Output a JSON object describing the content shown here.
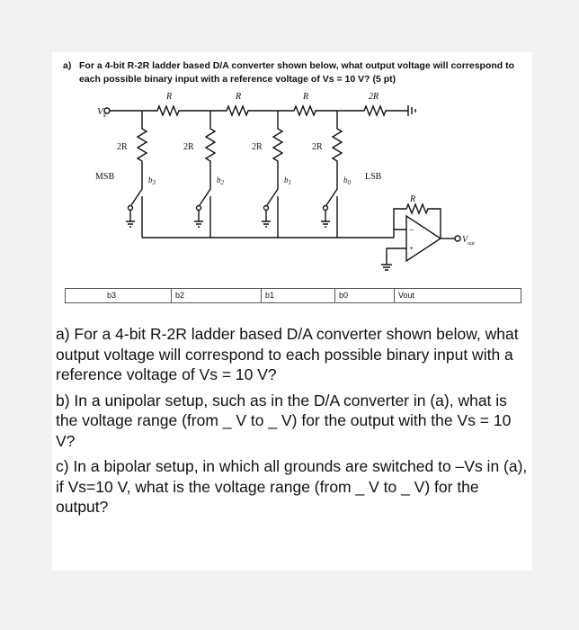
{
  "header": {
    "label": "a)",
    "text": "For a 4-bit R-2R ladder based D/A converter shown below, what output voltage will correspond to each possible binary input with a reference voltage of Vs = 10 V? (5 pt)"
  },
  "circuit": {
    "input_label": "V",
    "input_sub": "s",
    "series_resistors": [
      "R",
      "R",
      "R",
      "2R"
    ],
    "shunt_resistors": [
      "2R",
      "2R",
      "2R",
      "2R"
    ],
    "msb_label": "MSB",
    "lsb_label": "LSB",
    "bits": [
      {
        "name": "b",
        "sub": "3"
      },
      {
        "name": "b",
        "sub": "2"
      },
      {
        "name": "b",
        "sub": "1"
      },
      {
        "name": "b",
        "sub": "0"
      }
    ],
    "feedback_resistor": "R",
    "opamp_minus": "−",
    "opamp_plus": "+",
    "output_label": "V",
    "output_sub": "out"
  },
  "table": {
    "headers": [
      "b3",
      "b2",
      "b1",
      "b0",
      "Vout"
    ]
  },
  "questions": [
    "a) For a 4-bit R-2R ladder based D/A converter shown below, what output voltage will correspond to each possible binary input with a reference voltage of Vs = 10 V?",
    "b) In a unipolar setup, such as in the D/A converter in (a), what is the voltage range (from _ V to _ V) for the output with the Vs = 10 V?",
    "c) In a bipolar setup, in which all grounds are switched to –Vs in (a), if Vs=10 V, what is the voltage range (from _ V to _ V) for the output?"
  ]
}
